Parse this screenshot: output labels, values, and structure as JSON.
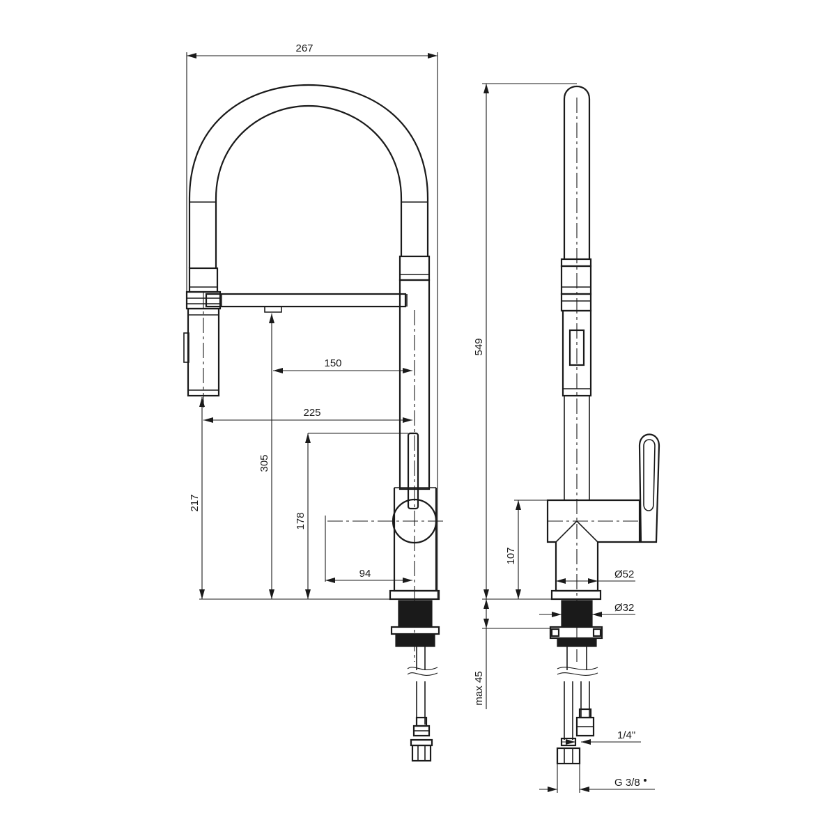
{
  "dimensions": {
    "total_width": "267",
    "total_height": "549",
    "spout_reach_center": "150",
    "spray_reach": "225",
    "spout_height": "305",
    "spray_height": "217",
    "lever_top_height": "178",
    "lever_reach": "94",
    "body_height": "107",
    "body_diameter": "Ø52",
    "shank_diameter": "Ø32",
    "max_counter_thickness": "max 45",
    "hose_connection": "1/4\"",
    "supply_thread": "G 3/8"
  },
  "colors": {
    "line": "#1a1a1a",
    "background": "#ffffff"
  }
}
